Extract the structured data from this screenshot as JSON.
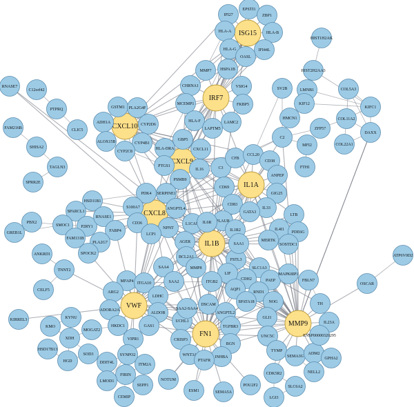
{
  "network": {
    "hubs": [
      "ISG15",
      "IRF7",
      "CXCL10",
      "CXCL9",
      "IL1A",
      "CXCL8",
      "IL1B",
      "VWF",
      "FN1",
      "MMP9"
    ],
    "nodes": [
      "ISG15",
      "IRF7",
      "CXCL10",
      "CXCL9",
      "IL1A",
      "CXCL8",
      "IL1B",
      "VWF",
      "FN1",
      "MMP9",
      "EPSTI1",
      "IFI27",
      "ZBP1",
      "HLA-A",
      "HLA-B",
      "HLA-G",
      "IFI44L",
      "OASL",
      "MMP7",
      "HSPA1B",
      "CHRNA1",
      "VSIG4",
      "FKBP5",
      "MCEMP1",
      "LAMC2",
      "HLA-F",
      "LAPTM5",
      "GSTM1",
      "PLA2G4F",
      "ADH1A",
      "CYP2D6",
      "ALOX15B",
      "CYP4B1",
      "HLA-DRA",
      "GBP5",
      "CXCL11",
      "CYP2C8",
      "PTGS1",
      "IL16",
      "C3",
      "CFB",
      "PSMB9",
      "CCL20",
      "CD38",
      "CD69",
      "ANPEP",
      "PDK4",
      "SERPINE1",
      "ANGPTL4",
      "S100A7",
      "CD36",
      "L1CAM",
      "CD83",
      "GIG25",
      "IL33",
      "GATA3",
      "PLAUR",
      "IL6R",
      "IL1R2",
      "NPNT",
      "LCP1",
      "AGER",
      "BCL2A1",
      "FSTL3",
      "SAA1",
      "LTB",
      "IL4I1",
      "PDE6G",
      "SOSTDC1",
      "MERTK",
      "SLC1A3",
      "PAEP",
      "CDH2",
      "LIF",
      "MMP8",
      "ITGB2",
      "SAA4",
      "SAA2",
      "MFAP4",
      "ITGA10",
      "LDHC",
      "ARG2",
      "ADORA2A",
      "ALDOB",
      "HKDC1",
      "GAS1",
      "VIPR1",
      "UCHL1",
      "SAA2-SAA4",
      "DSCAM",
      "ANGPTL2",
      "AQP1",
      "RND1",
      "SPATA18",
      "MAPK8IP1",
      "FBLN7",
      "NOG",
      "TH",
      "GLI1",
      "TGFBR3",
      "BGN",
      "UNC5C",
      "CRISP3",
      "WNT3A",
      "INHBA",
      "PTAFR",
      "SEMA5A",
      "POU2F2",
      "NOTUM",
      "ESM1",
      "TYMP",
      "SEMA3G",
      "ADM2",
      "GPHA2",
      "NELL2",
      "CDK5R2",
      "SLC6A2",
      "LGI3",
      "IL23A",
      "ENSP00000320295",
      "HIST1H2AK",
      "HIST2H2AA3",
      "LMNB1",
      "KIF12",
      "COL5A3",
      "KIFC1",
      "COL11A2",
      "HMCN1",
      "ZFP57",
      "DAXX",
      "COL22A1",
      "SV2B",
      "C2",
      "MFI2",
      "FTH1",
      "RNASE7",
      "C12orf42",
      "PTPRQ",
      "CLIC5",
      "FAM216B",
      "SHISA2",
      "TAGLN3",
      "SPRR2E",
      "HSD11B1",
      "SPARCL1",
      "PBX2",
      "SMOC1",
      "P2RY1",
      "RNASE1",
      "GREB1L",
      "FAM131B",
      "FABP4",
      "PLA2G7",
      "SPOCK2",
      "ANKRD1",
      "TNNT2",
      "CELF5",
      "KIRREL3",
      "KYNU",
      "KMO",
      "XDH",
      "MOGAT2",
      "HSD17B13",
      "HGD",
      "SOD3",
      "SYNPO2",
      "DDIT4L",
      "FIBIN",
      "ITM2A",
      "LMOD1",
      "SEPP1",
      "CEMIP",
      "OSCAR",
      "ATP6V0D2"
    ]
  }
}
